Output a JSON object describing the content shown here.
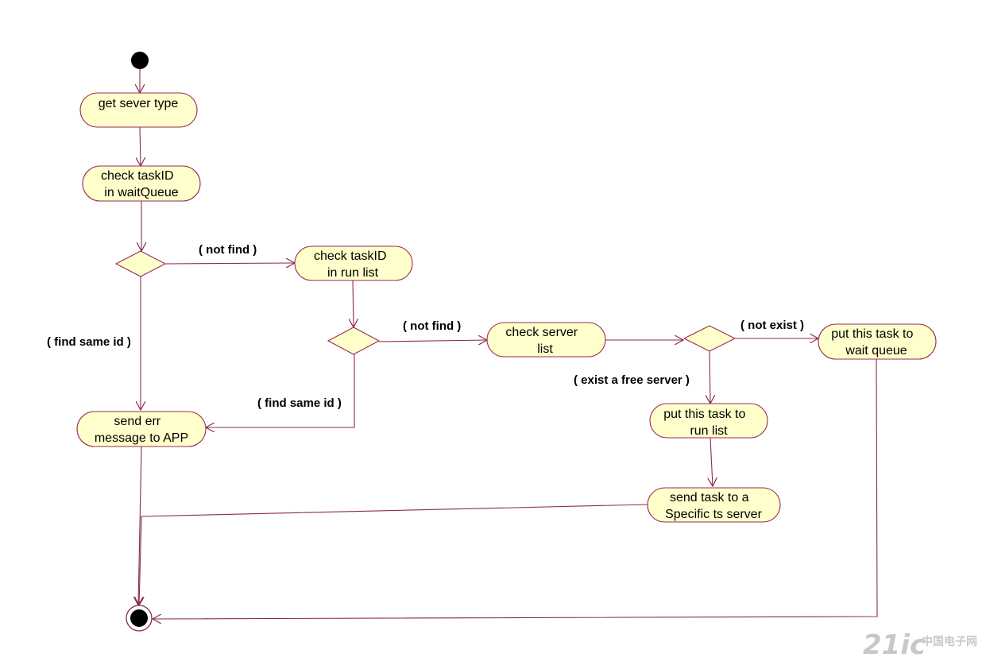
{
  "colors": {
    "node_fill": "#ffffcc",
    "node_stroke": "#9a2b54",
    "edge": "#8a2a52",
    "initial": "#000000",
    "watermark": "#c8c8c8"
  },
  "nodes": {
    "get_sever_type": [
      "get sever type"
    ],
    "check_wait_queue": [
      "check taskID",
      "in waitQueue"
    ],
    "check_run_list": [
      "check taskID",
      "in run list"
    ],
    "check_server_list": [
      "check server",
      "list"
    ],
    "put_wait_queue": [
      "put this task to",
      "wait queue"
    ],
    "put_run_list": [
      "put this task to",
      "run list"
    ],
    "send_task": [
      "send task to a",
      "Specific ts server"
    ],
    "send_err": [
      "send err",
      "message to APP"
    ]
  },
  "guards": {
    "not_find_1": "( not find )",
    "find_same_id_1": "( find same id )",
    "not_find_2": "( not find )",
    "find_same_id_2": "( find same id )",
    "not_exist": "( not exist )",
    "exist_free_server": "( exist a free server )"
  },
  "watermark": {
    "latin": "21ic",
    "cjk": "中国电子网"
  }
}
